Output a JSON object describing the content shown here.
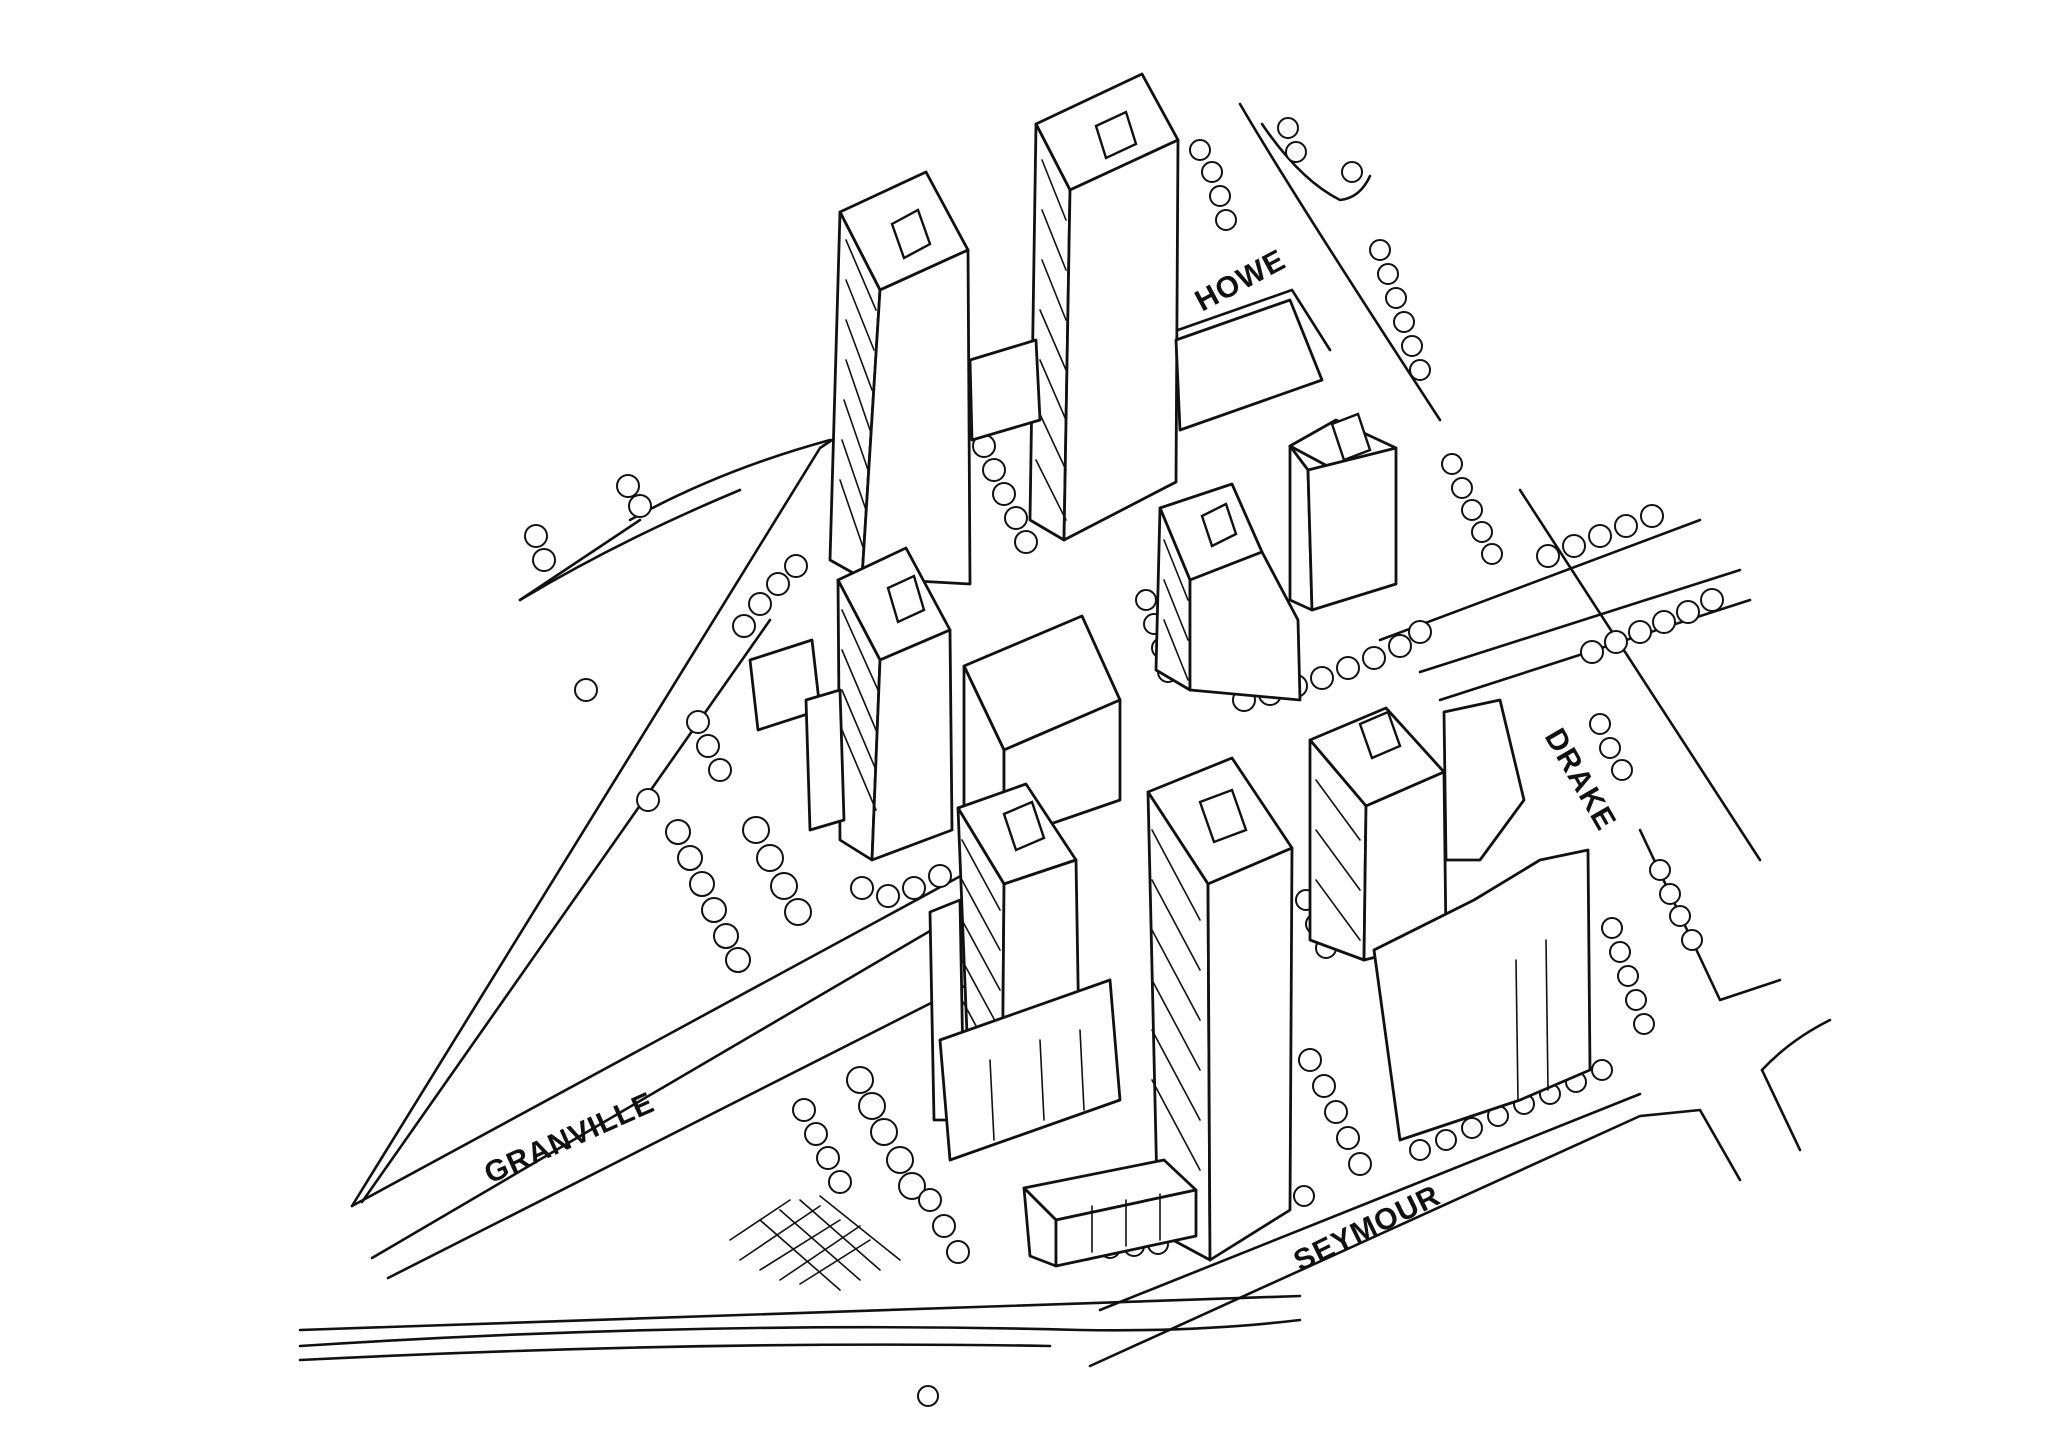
{
  "streets": {
    "howe": "HOWE",
    "granville": "GRANVILLE",
    "drake": "DRAKE",
    "seymour": "SEYMOUR"
  }
}
